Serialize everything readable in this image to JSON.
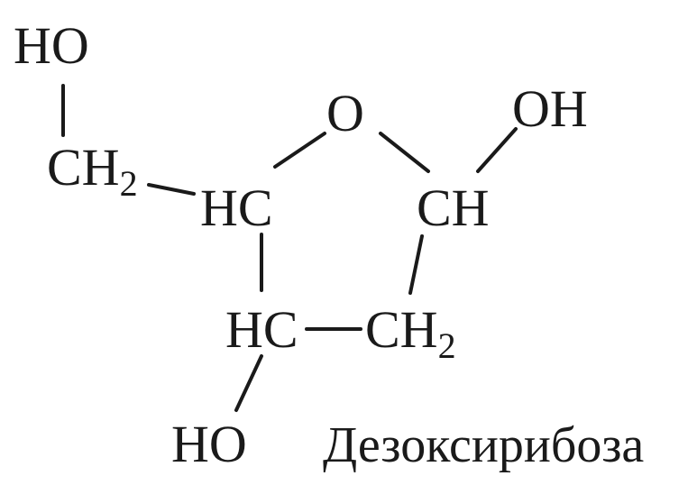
{
  "atoms": {
    "ho_top": "HO",
    "ch2_left": "CH",
    "ch2_left_sub": "2",
    "ring_o": "O",
    "oh_right": "OH",
    "hc_c4": "HC",
    "ch_c1": "CH",
    "hc_c3": "HC",
    "ch2_c2": "CH",
    "ch2_c2_sub": "2",
    "ho_bottom": "HO"
  },
  "caption": "Дезоксирибоза",
  "colors": {
    "ink": "#1a1a1a",
    "background": "#ffffff"
  }
}
